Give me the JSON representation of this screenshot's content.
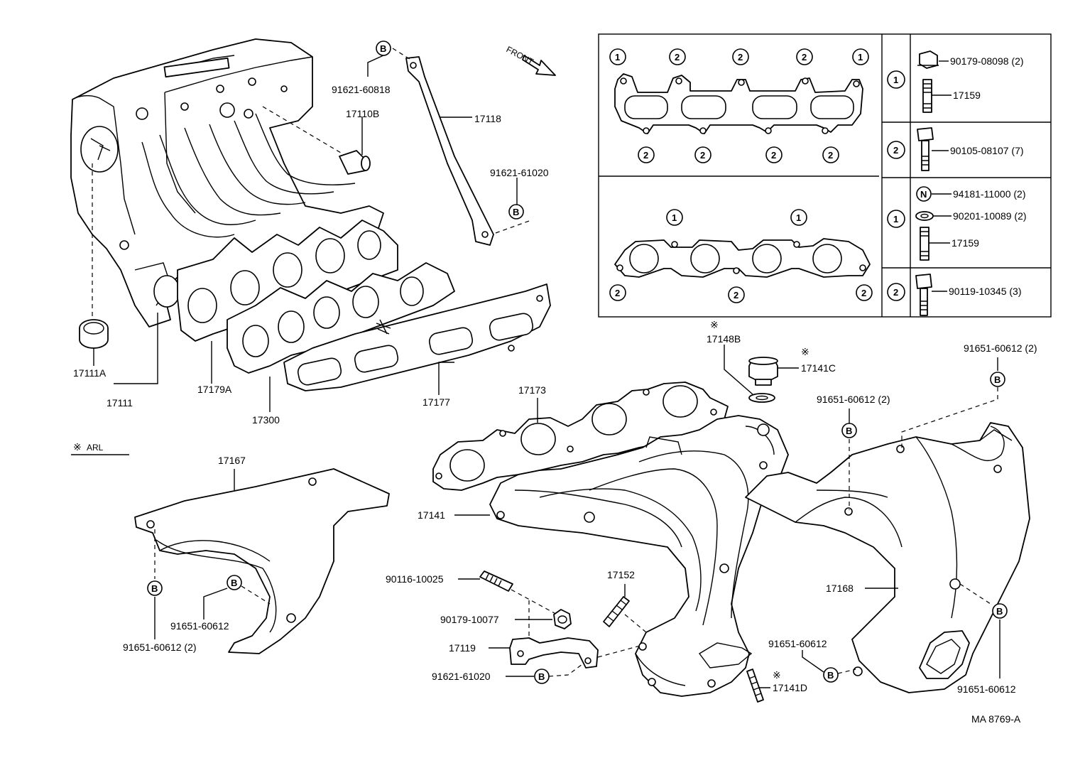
{
  "diagram": {
    "part_labels": {
      "p91621_60818": "91621-60818",
      "p17110B": "17110B",
      "p17118": "17118",
      "p91621_61020_top": "91621-61020",
      "p17111A": "17111A",
      "p17111": "17111",
      "p17179A": "17179A",
      "p17300": "17300",
      "p17177": "17177",
      "p17148B": "17148B",
      "p17141C": "17141C",
      "p91651_60612_2_right": "91651-60612 (2)",
      "p91651_60612_2_mid": "91651-60612 (2)",
      "p17173": "17173",
      "p17167": "17167",
      "p17141": "17141",
      "p17168": "17168",
      "p90116_10025": "90116-10025",
      "p17152": "17152",
      "p90179_10077": "90179-10077",
      "p17119": "17119",
      "p91621_61020_bot": "91621-61020",
      "p91651_60612_left": "91651-60612",
      "p91651_60612_2_left": "91651-60612 (2)",
      "p91651_60612_bot": "91651-60612",
      "p91651_60612_botright": "91651-60612",
      "p17141D": "17141D",
      "arl": "ARL",
      "front": "FRONT",
      "drawing_code": "MA 8769-A"
    },
    "marks": {
      "b": "B",
      "n": "N",
      "one": "1",
      "two": "2",
      "asterisk": "※"
    },
    "table": {
      "rows": [
        {
          "marker": "1",
          "items": [
            {
              "part": "90179-08098 (2)"
            },
            {
              "part": "17159"
            }
          ]
        },
        {
          "marker": "2",
          "items": [
            {
              "part": "90105-08107 (7)"
            }
          ]
        },
        {
          "marker": "1",
          "items": [
            {
              "part": "94181-11000 (2)"
            },
            {
              "part": "90201-10089 (2)"
            },
            {
              "part": "17159"
            }
          ]
        },
        {
          "marker": "2",
          "items": [
            {
              "part": "90119-10345 (3)"
            }
          ]
        }
      ]
    }
  }
}
